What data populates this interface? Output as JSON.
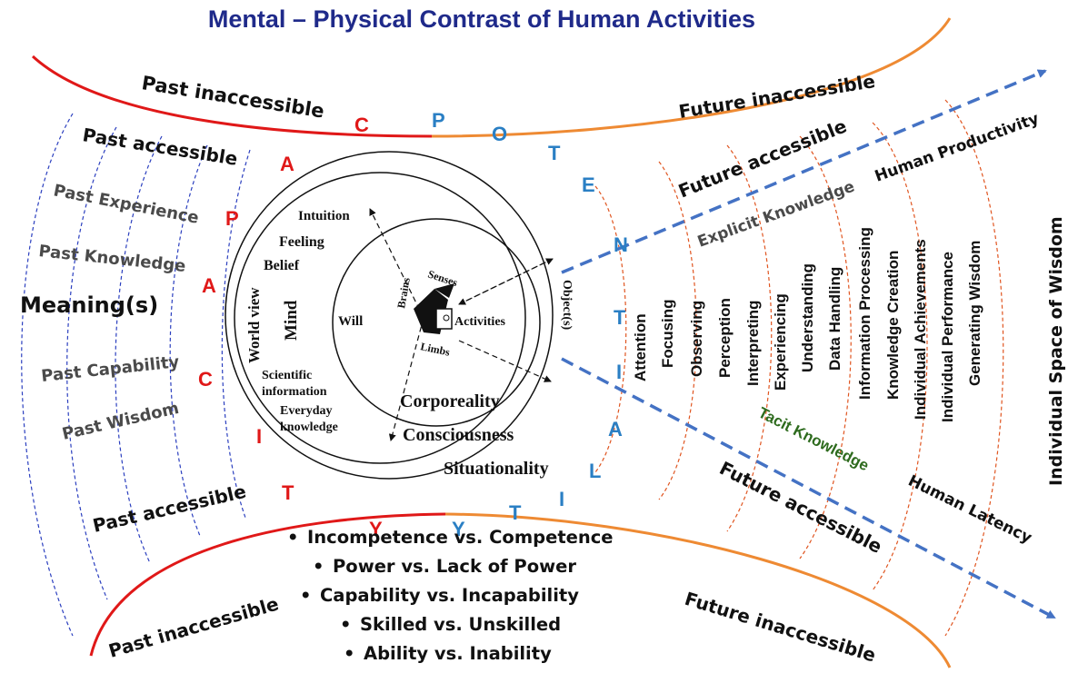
{
  "title": "Mental – Physical Contrast of Human Activities",
  "left_zone": {
    "past_inaccessible_top": "Past inaccessible",
    "past_accessible_top": "Past accessible",
    "past_experience": "Past Experience",
    "past_knowledge": "Past Knowledge",
    "meanings": "Meaning(s)",
    "past_capability": "Past Capability",
    "past_wisdom": "Past Wisdom",
    "past_accessible_bottom": "Past accessible",
    "past_inaccessible_bottom": "Past inaccessible"
  },
  "right_zone": {
    "future_inaccessible_top": "Future inaccessible",
    "future_accessible_top": "Future accessible",
    "human_productivity": "Human Productivity",
    "explicit_knowledge": "Explicit Knowledge",
    "tacit_knowledge": "Tacit Knowledge",
    "human_latency": "Human Latency",
    "future_accessible_bottom": "Future accessible",
    "future_inaccessible_bottom": "Future inaccessible",
    "individual_space": "Individual Space of Wisdom",
    "activities": [
      "Attention",
      "Focusing",
      "Observing",
      "Perception",
      "Interpreting",
      "Experiencing",
      "Understanding",
      "Data Handling",
      "Information Processing",
      "Knowledge Creation",
      "Individual Achievements",
      "Individual Performance",
      "Generating Wisdom"
    ]
  },
  "capacity_letters": [
    "C",
    "A",
    "P",
    "A",
    "C",
    "I",
    "T",
    "Y"
  ],
  "potential_letters": [
    "P",
    "O",
    "T",
    "E",
    "N",
    "T",
    "I",
    "A",
    "L",
    "I",
    "T",
    "Y"
  ],
  "center": {
    "intuition": "Intuition",
    "feeling": "Feeling",
    "belief": "Belief",
    "world_view": "World view",
    "mind": "Mind",
    "will": "Will",
    "scientific_1": "Scientific",
    "scientific_2": "information",
    "everyday_1": "Everyday",
    "everyday_2": "knowledge",
    "corporeality": "Corporeality",
    "consciousness": "Consciousness",
    "situationality": "Situationality",
    "brains": "Brains",
    "senses": "Senses",
    "limbs": "Limbs",
    "activities": "Activities",
    "objects": "Object(s)"
  },
  "bullets": [
    "Incompetence vs. Competence",
    "Power vs. Lack of Power",
    "Capability vs. Incapability",
    "Skilled vs. Unskilled",
    "Ability vs. Inability"
  ],
  "colors": {
    "title": "#1f2a8a",
    "past_curve": "#e01818",
    "future_curve": "#ee8a33",
    "capacity": "#e01818",
    "potentiality": "#2a7fc4",
    "dashed_arrow": "#4472c4",
    "tacit": "#2e6b1e"
  }
}
